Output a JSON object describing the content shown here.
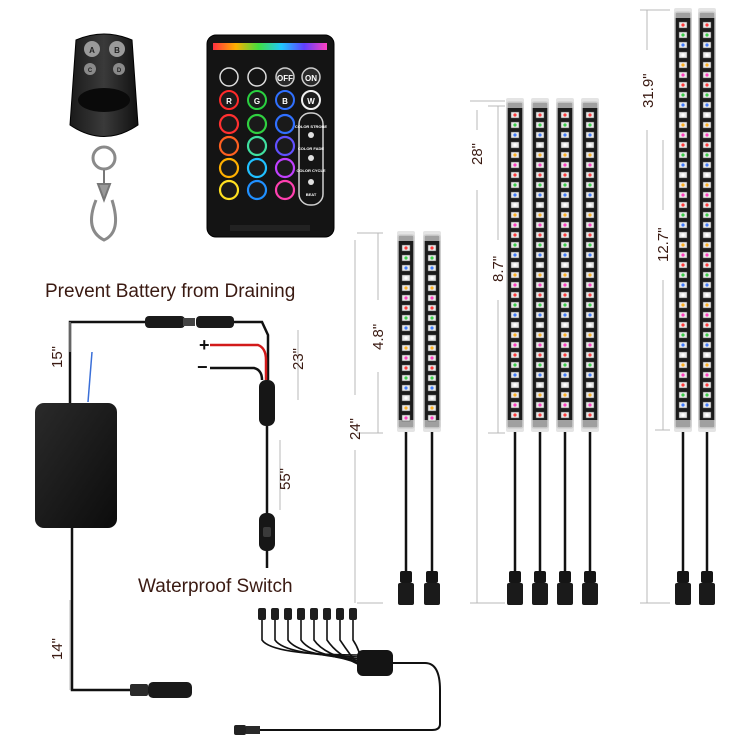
{
  "captions": {
    "prevent": "Prevent Battery from Draining",
    "switch": "Waterproof Switch"
  },
  "dimensions": {
    "d15": "15\"",
    "d23": "23\"",
    "d55": "55\"",
    "d14": "14\"",
    "d24": "24\"",
    "d48": "4.8\"",
    "d28": "28\"",
    "d87": "8.7\"",
    "d319": "31.9\"",
    "d127": "12.7\""
  },
  "polarity": {
    "plus": "+",
    "minus": "−"
  },
  "keyfob": {
    "buttons": [
      "A",
      "B",
      "C",
      "D"
    ]
  },
  "remote": {
    "top_buttons": [
      "OFF",
      "ON"
    ],
    "rgbw": [
      "R",
      "G",
      "B",
      "W"
    ],
    "side_labels": [
      "COLOR STROBE",
      "COLOR FADE",
      "COLOR CYCLE",
      "BEAT"
    ]
  },
  "colors": {
    "dimension_text": "#3a1a12",
    "remote_body": "#141414",
    "strip_body": "#1b1b1b",
    "wire_red": "#d21a1a"
  }
}
